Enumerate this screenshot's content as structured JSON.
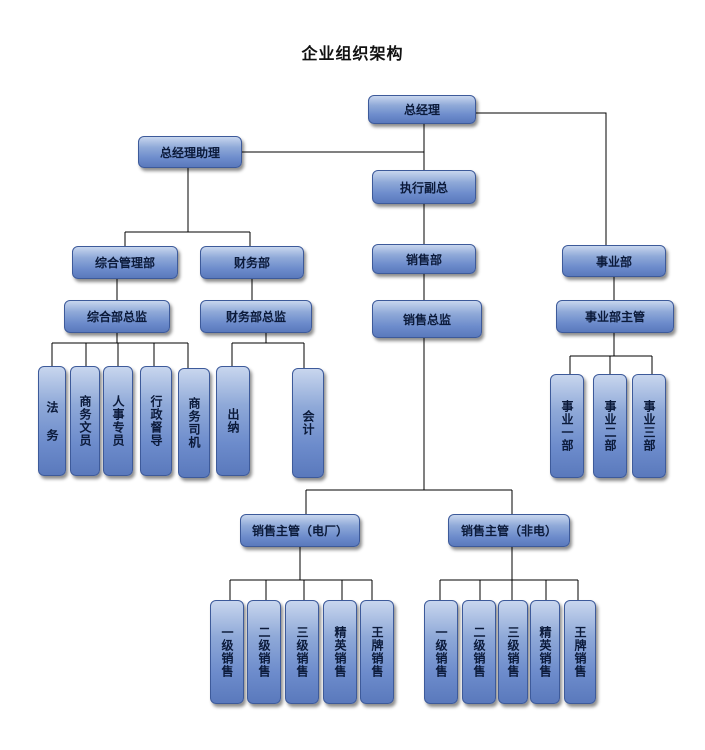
{
  "title": "企业组织架构",
  "nodes": {
    "gm": "总经理",
    "gm_assistant": "总经理助理",
    "exec_vp": "执行副总",
    "admin_dept": "综合管理部",
    "finance_dept": "财务部",
    "sales_dept": "销售部",
    "business_dept": "事业部",
    "admin_director": "综合部总监",
    "finance_director": "财务部总监",
    "sales_director": "销售总监",
    "business_head": "事业部主管",
    "legal": "法 务",
    "biz_clerk": "商务文员",
    "hr_specialist": "人事专员",
    "admin_supervisor": "行政督导",
    "biz_driver": "商务司机",
    "cashier": "出纳",
    "accountant": "会计",
    "biz_one": "事业一部",
    "biz_two": "事业二部",
    "biz_three": "事业三部",
    "sales_mgr_plant": "销售主管（电厂）",
    "sales_mgr_nonplant": "销售主管（非电）",
    "plant_l1": "一级销售",
    "plant_l2": "二级销售",
    "plant_l3": "三级销售",
    "plant_elite": "精英销售",
    "plant_ace": "王牌销售",
    "non_l1": "一级销售",
    "non_l2": "二级销售",
    "non_l3": "三级销售",
    "non_elite": "精英销售",
    "non_ace": "王牌销售"
  }
}
